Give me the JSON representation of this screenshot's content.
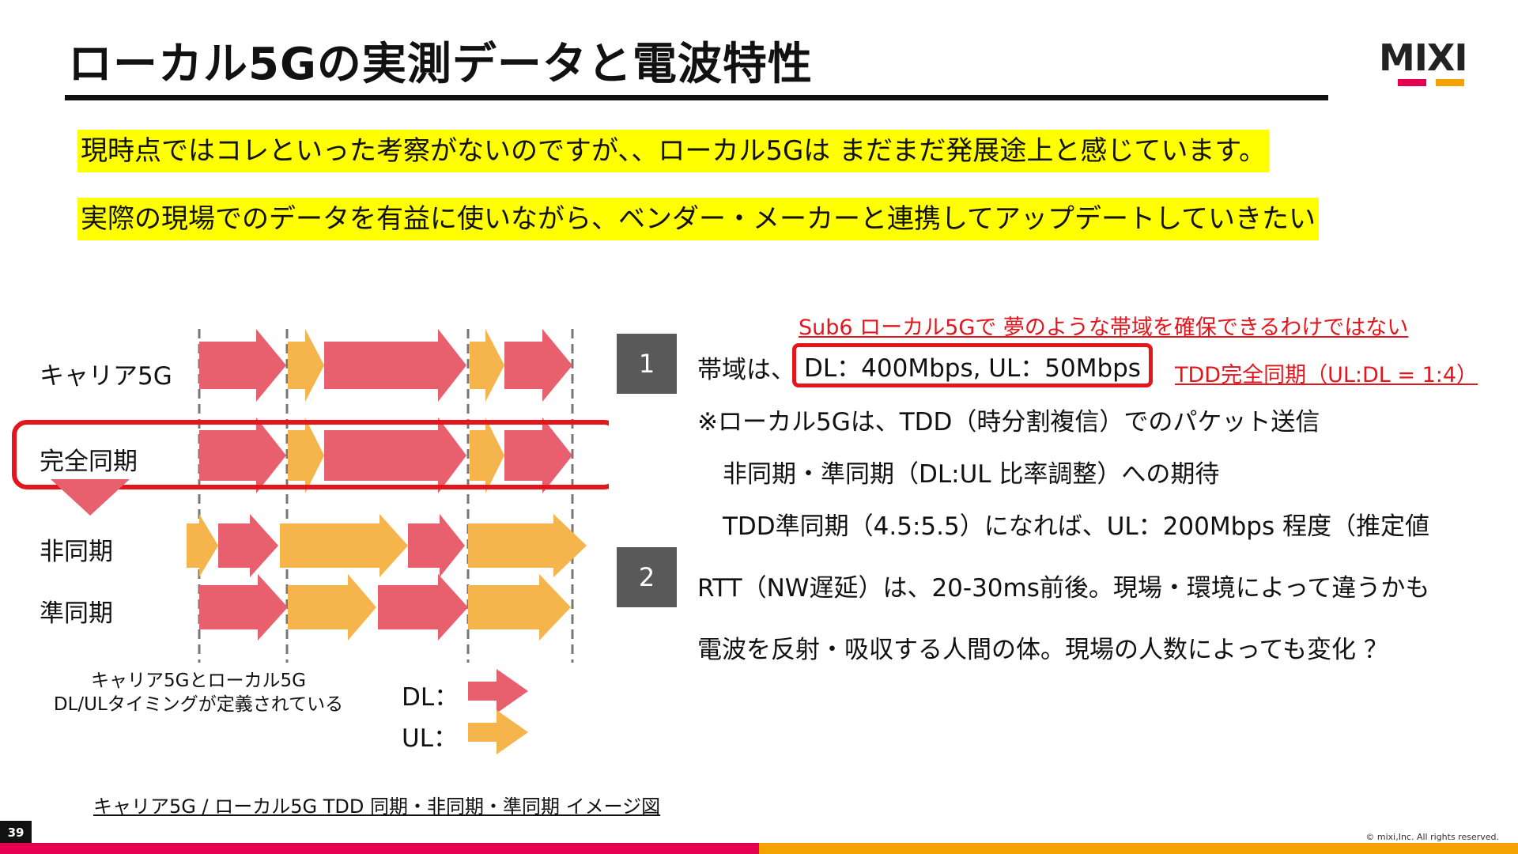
{
  "slide": {
    "title": "ローカル5Gの実測データと電波特性",
    "logo_text": "MIXI",
    "page_number": "39",
    "copyright": "© mixi,Inc. All rights reserved."
  },
  "highlights": [
    "現時点ではコレといった考察がないのですが、、ローカル5Gは まだまだ発展途上と感じています。",
    "実際の現場でのデータを有益に使いながら、ベンダー・メーカーと連携してアップデートしていきたい"
  ],
  "diagram": {
    "rows": [
      "キャリア5G",
      "完全同期",
      "非同期",
      "準同期"
    ],
    "note": [
      "キャリア5Gとローカル5G",
      "DL/ULタイミングが定義されている"
    ],
    "legend": {
      "dl": "DL：",
      "ul": "UL："
    },
    "caption": "キャリア5G / ローカル5G TDD 同期・非同期・準同期 イメージ図"
  },
  "points": {
    "num1": "1",
    "num2": "2",
    "bandwidth_label": "帯域は、",
    "bandwidth_value": "DL：400Mbps, UL：50Mbps",
    "red_note_top": "Sub6 ローカル5Gで 夢のような帯域を確保できるわけではない",
    "red_note_side": "TDD完全同期（UL:DL = 1:4）",
    "line1": "※ローカル5Gは、TDD（時分割複信）でのパケット送信",
    "line2": "非同期・準同期（DL:UL 比率調整）への期待",
    "line3": "TDD準同期（4.5:5.5）になれば、UL：200Mbps 程度（推定値",
    "line4": "RTT（NW遅延）は、20-30ms前後。現場・環境によって違うかも",
    "line5": "電波を反射・吸収する人間の体。現場の人数によっても変化 ？"
  },
  "colors": {
    "dl_arrow": "#e8606e",
    "ul_arrow": "#f5b44c",
    "highlight": "#ffff00",
    "emphasis_red": "#e3161d",
    "footer_pink": "#e5004f",
    "footer_orange": "#f3a200"
  }
}
